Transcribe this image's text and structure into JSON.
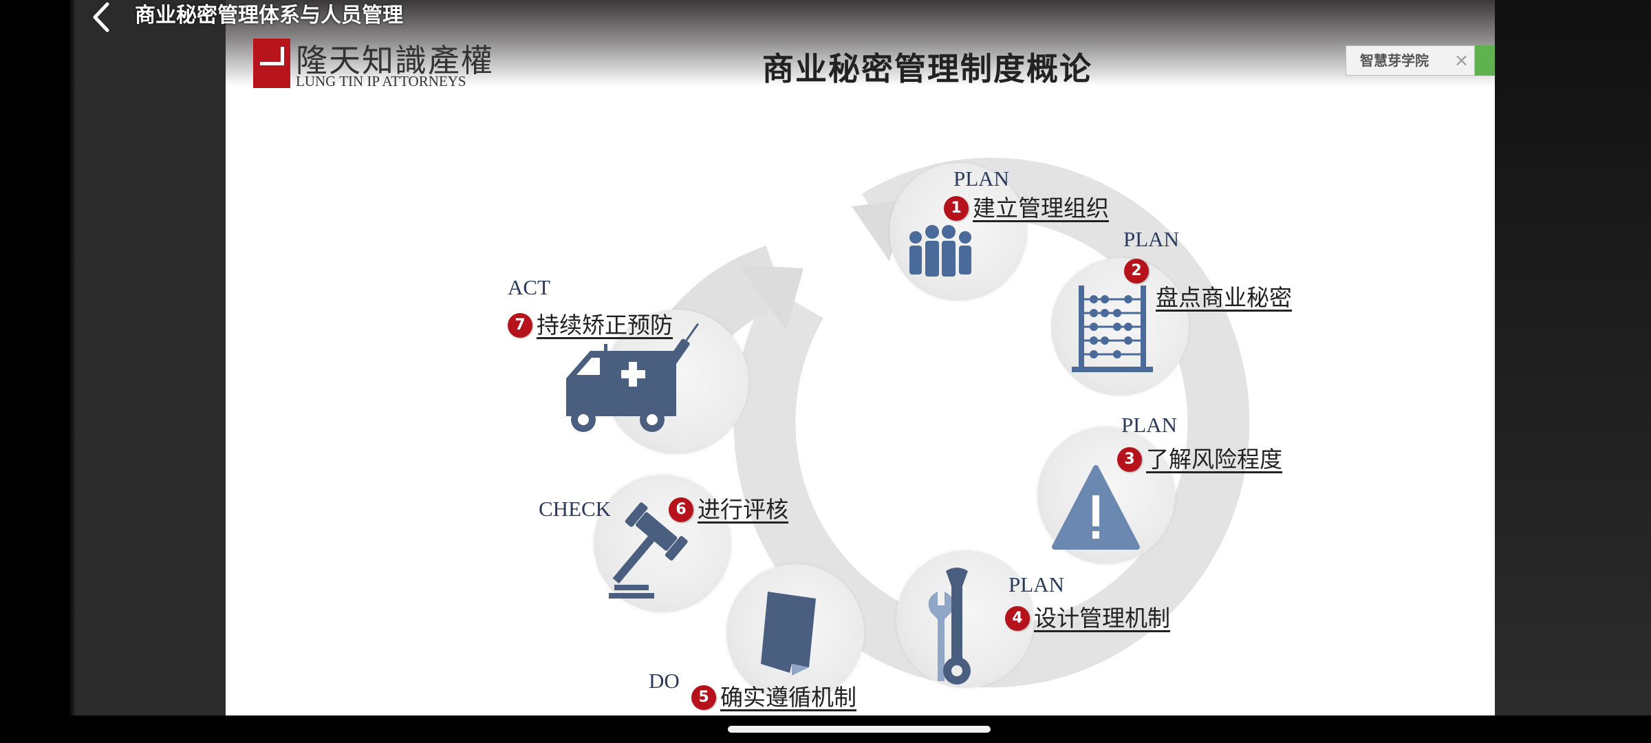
{
  "header": {
    "back_icon": "chevron-left-icon",
    "video_title": "商业秘密管理体系与人员管理"
  },
  "slide": {
    "logo": {
      "cn": "隆天知識產權",
      "en": "LUNG TIN IP ATTORNEYS"
    },
    "title": "商业秘密管理制度概论",
    "search": {
      "value": "智慧芽学院",
      "clear": "×"
    },
    "steps": [
      {
        "phase": "PLAN",
        "num": "1",
        "label": "建立管理组织",
        "icon": "people-group-icon"
      },
      {
        "phase": "PLAN",
        "num": "2",
        "label": "盘点商业秘密",
        "icon": "abacus-icon"
      },
      {
        "phase": "PLAN",
        "num": "3",
        "label": "了解风险程度",
        "icon": "warning-icon"
      },
      {
        "phase": "PLAN",
        "num": "4",
        "label": "设计管理机制",
        "icon": "wrench-icon"
      },
      {
        "phase": "DO",
        "num": "5",
        "label": "确实遵循机制",
        "icon": "document-icon"
      },
      {
        "phase": "CHECK",
        "num": "6",
        "label": "进行评核",
        "icon": "gavel-icon"
      },
      {
        "phase": "ACT",
        "num": "7",
        "label": "持续矫正预防",
        "icon": "ambulance-icon"
      }
    ]
  },
  "colors": {
    "badge": "#b5121b",
    "icon": "#4a5e80",
    "ring": "#e2e2e2",
    "go": "#5fb24f"
  }
}
